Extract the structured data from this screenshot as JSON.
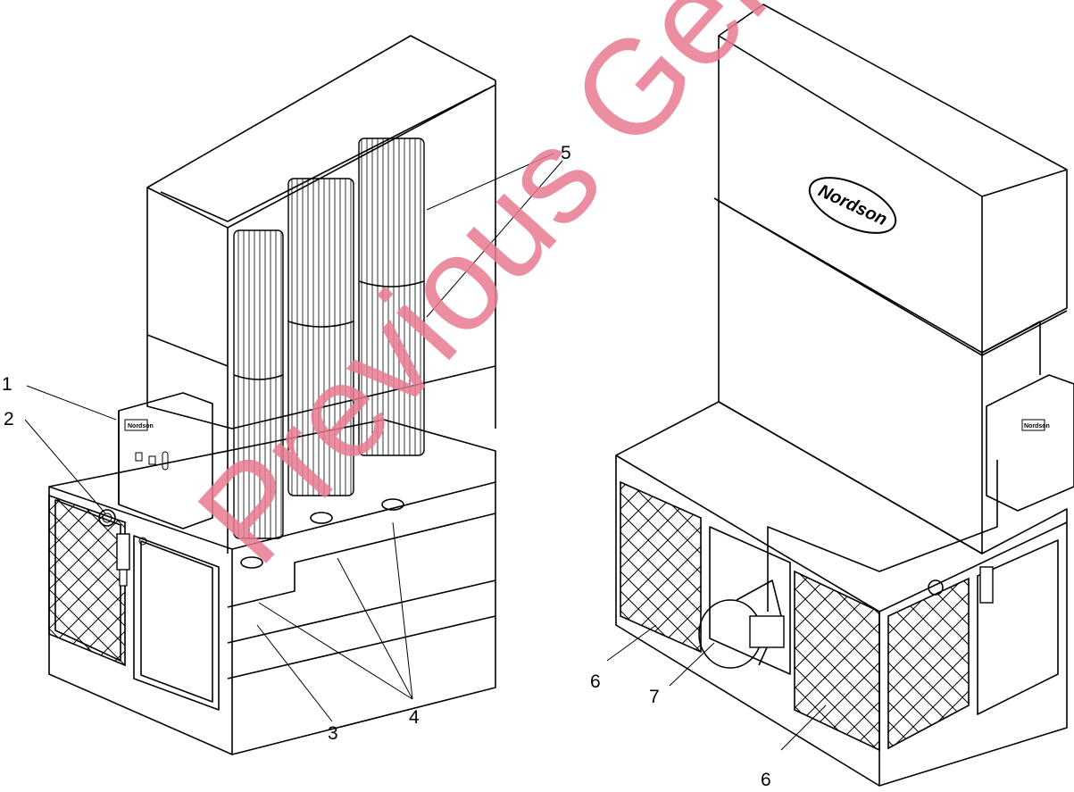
{
  "callouts": [
    {
      "id": "1",
      "text": "1"
    },
    {
      "id": "2",
      "text": "2"
    },
    {
      "id": "3",
      "text": "3"
    },
    {
      "id": "4",
      "text": "4"
    },
    {
      "id": "5",
      "text": "5"
    },
    {
      "id": "6a",
      "text": "6"
    },
    {
      "id": "6b",
      "text": "6"
    },
    {
      "id": "7",
      "text": "7"
    }
  ],
  "logo": {
    "text": "Nordson"
  },
  "panel_logo": {
    "text": "Nordson"
  },
  "watermark": {
    "text": "Previous Generation",
    "color": "#e97b92"
  }
}
